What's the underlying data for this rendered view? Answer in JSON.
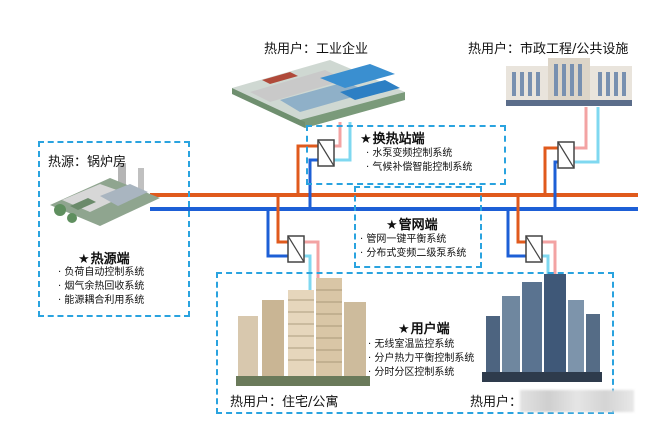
{
  "labels": {
    "industry": "热用户：工业企业",
    "municipal": "热用户：市政工程/公共设施",
    "boiler": "热源：锅炉房",
    "residential": "热用户：住宅/公寓",
    "commercial": "热用户："
  },
  "sections": {
    "station": {
      "title": "换热站端",
      "items": [
        "水泵变频控制系统",
        "气候补偿智能控制系统"
      ]
    },
    "network": {
      "title": "管网端",
      "items": [
        "管网一键平衡系统",
        "分布式变频二级泵系统"
      ]
    },
    "source": {
      "title": "热源端",
      "items": [
        "负荷自动控制系统",
        "烟气余热回收系统",
        "能源耦合利用系统"
      ]
    },
    "user": {
      "title": "用户端",
      "items": [
        "无线室温监控系统",
        "分户热力平衡控制系统",
        "分时分区控制系统"
      ]
    }
  },
  "star_symbol": "★",
  "colors": {
    "dashed_border": "#2aa3df",
    "hot_pipe": "#e05a1c",
    "cold_pipe": "#1d5fd6",
    "light_pink": "#f3a3a3",
    "light_cyan": "#7fd8f0"
  }
}
